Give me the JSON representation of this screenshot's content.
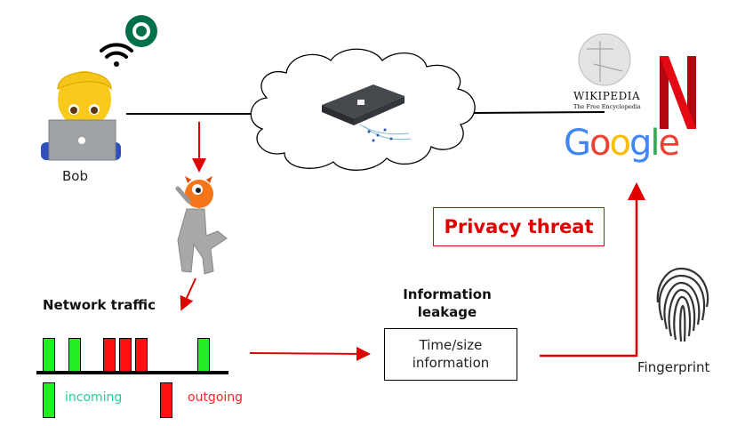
{
  "user": {
    "name": "Bob"
  },
  "attacker": {
    "label": ""
  },
  "network_traffic": {
    "title": "Network traffic",
    "packets": [
      "incoming",
      "incoming",
      "outgoing",
      "outgoing",
      "outgoing",
      "incoming"
    ],
    "legend": {
      "incoming": "incoming",
      "outgoing": "outgoing"
    }
  },
  "leakage": {
    "title_line1": "Information",
    "title_line2": "leakage",
    "box_line1": "Time/size",
    "box_line2": "information"
  },
  "threat": {
    "label": "Privacy threat"
  },
  "fingerprint": {
    "label": "Fingerprint"
  },
  "websites": {
    "wikipedia": {
      "name": "WIKIPEDIA",
      "tagline": "The Free Encyclopedia"
    },
    "netflix": {
      "letter": "N"
    },
    "google": {
      "letters": [
        "G",
        "o",
        "o",
        "g",
        "l",
        "e"
      ]
    }
  },
  "colors": {
    "incoming": "#22ee22",
    "outgoing": "#ff1111",
    "incoming_text": "#1fcf9a",
    "outgoing_text": "#ff2222",
    "threat": "#e00000",
    "google": [
      "#4285F4",
      "#EA4335",
      "#FBBC05",
      "#4285F4",
      "#34A853",
      "#EA4335"
    ]
  }
}
